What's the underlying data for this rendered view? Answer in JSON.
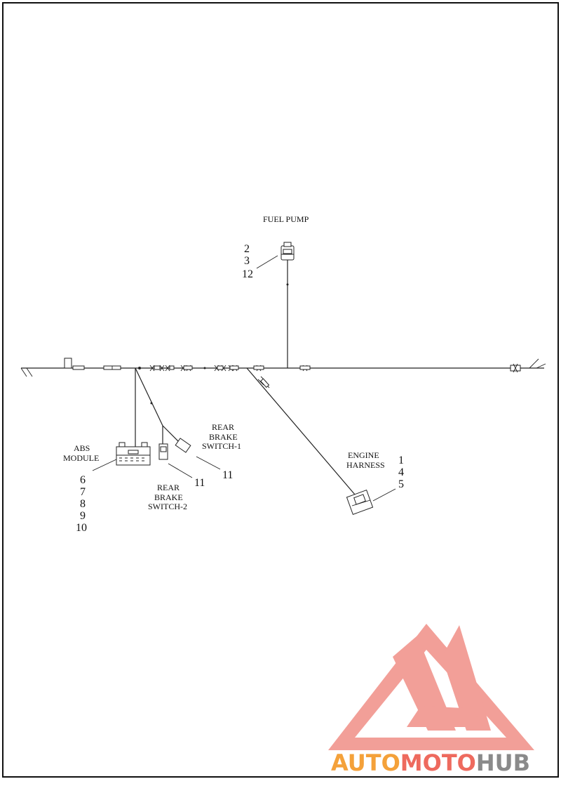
{
  "labels": {
    "fuel_pump": "FUEL PUMP",
    "abs_module_1": "ABS",
    "abs_module_2": "MODULE",
    "rear_brake_1_l1": "REAR",
    "rear_brake_1_l2": "BRAKE",
    "rear_brake_1_l3": "SWITCH-1",
    "rear_brake_2_l1": "REAR",
    "rear_brake_2_l2": "BRAKE",
    "rear_brake_2_l3": "SWITCH-2",
    "engine_harness_1": "ENGINE",
    "engine_harness_2": "HARNESS"
  },
  "callouts": {
    "fuel_pump": [
      "2",
      "3",
      "12"
    ],
    "abs_module": [
      "6",
      "7",
      "8",
      "9",
      "10"
    ],
    "rear_brake_switch_1": "11",
    "rear_brake_switch_2": "11",
    "engine_harness": [
      "1",
      "4",
      "5"
    ]
  },
  "watermark": {
    "part1": "AUTO",
    "part2": "MOTO",
    "part3": "HUB",
    "color_a": "#f4a13a",
    "color_b": "#ee6a5e",
    "color_c": "#8a8a8a",
    "logo_color": "#f29a93"
  }
}
